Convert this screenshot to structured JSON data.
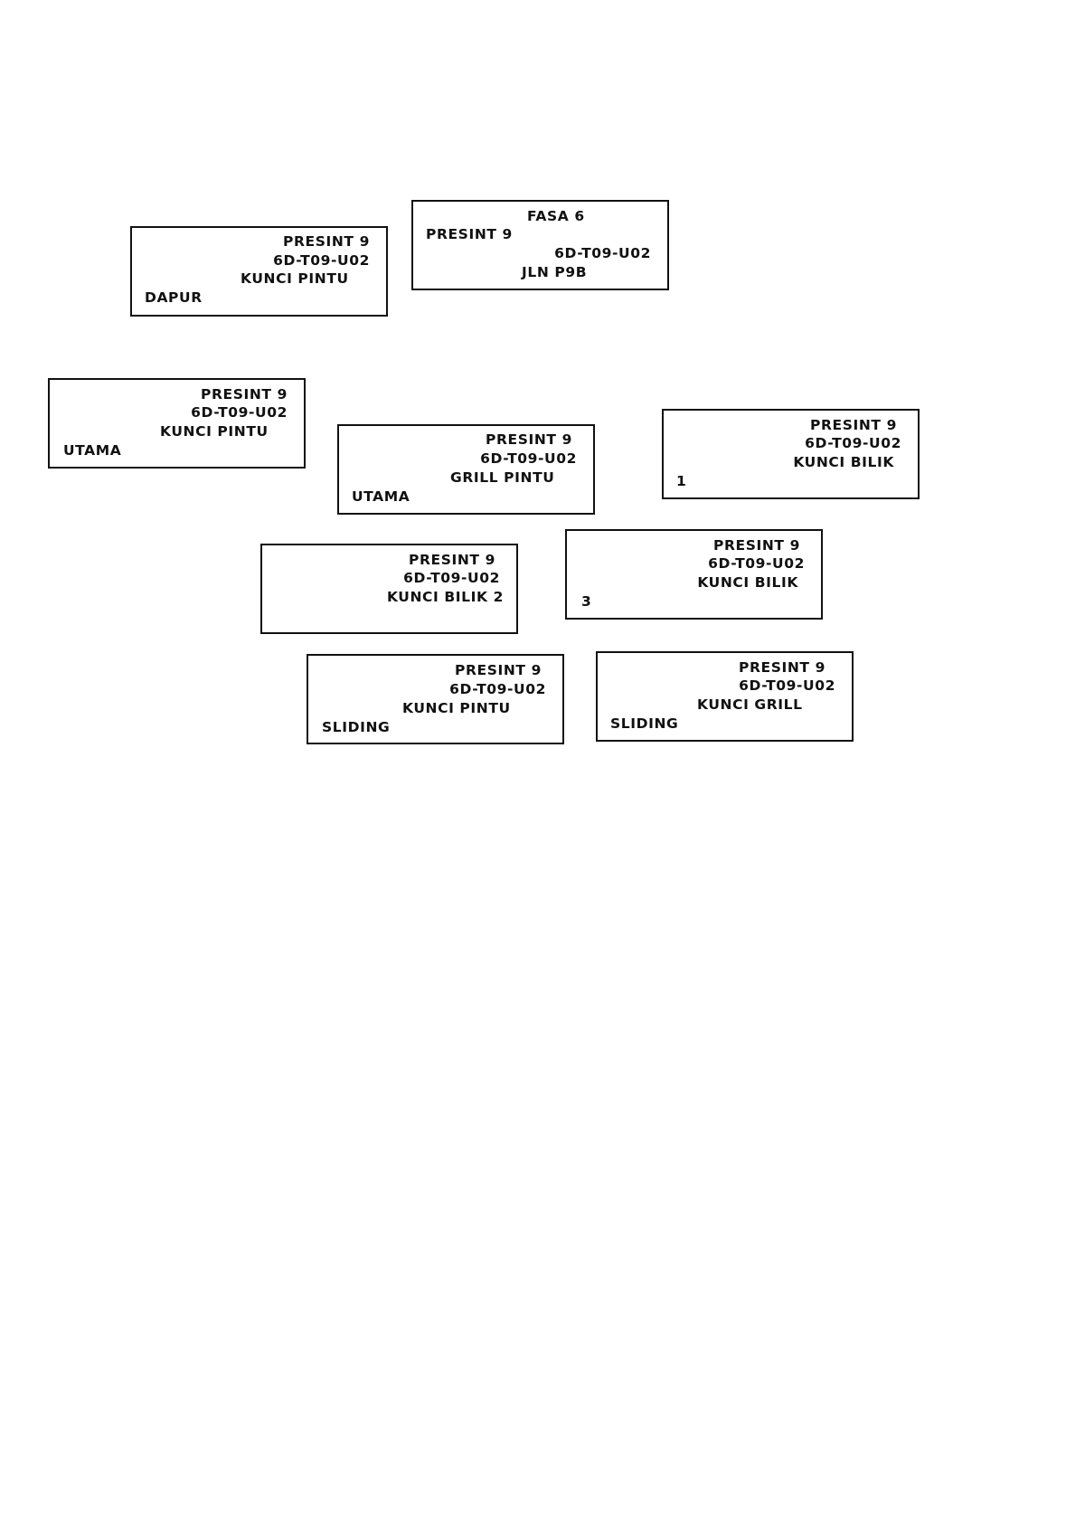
{
  "labels": [
    {
      "id": "dapur",
      "lines": [
        "PRESINT 9",
        "6D-T09-U02",
        "KUNCI PINTU",
        "DAPUR"
      ]
    },
    {
      "id": "fasa",
      "lines": [
        "FASA 6",
        "PRESINT 9",
        "6D-T09-U02",
        "JLN P9B"
      ]
    },
    {
      "id": "utama-kunci",
      "lines": [
        "PRESINT 9",
        "6D-T09-U02",
        "KUNCI PINTU",
        "UTAMA"
      ]
    },
    {
      "id": "utama-grill",
      "lines": [
        "PRESINT 9",
        "6D-T09-U02",
        "GRILL PINTU",
        "UTAMA"
      ]
    },
    {
      "id": "bilik-1",
      "lines": [
        "PRESINT 9",
        "6D-T09-U02",
        "KUNCI BILIK",
        "1"
      ]
    },
    {
      "id": "bilik-2",
      "lines": [
        "PRESINT 9",
        "6D-T09-U02",
        "KUNCI BILIK 2"
      ]
    },
    {
      "id": "bilik-3",
      "lines": [
        "PRESINT 9",
        "6D-T09-U02",
        "KUNCI BILIK",
        "3"
      ]
    },
    {
      "id": "sliding-pintu",
      "lines": [
        "PRESINT 9",
        "6D-T09-U02",
        "KUNCI PINTU",
        "SLIDING"
      ]
    },
    {
      "id": "sliding-grill",
      "lines": [
        "PRESINT 9",
        "6D-T09-U02",
        "KUNCI GRILL",
        "SLIDING"
      ]
    }
  ]
}
